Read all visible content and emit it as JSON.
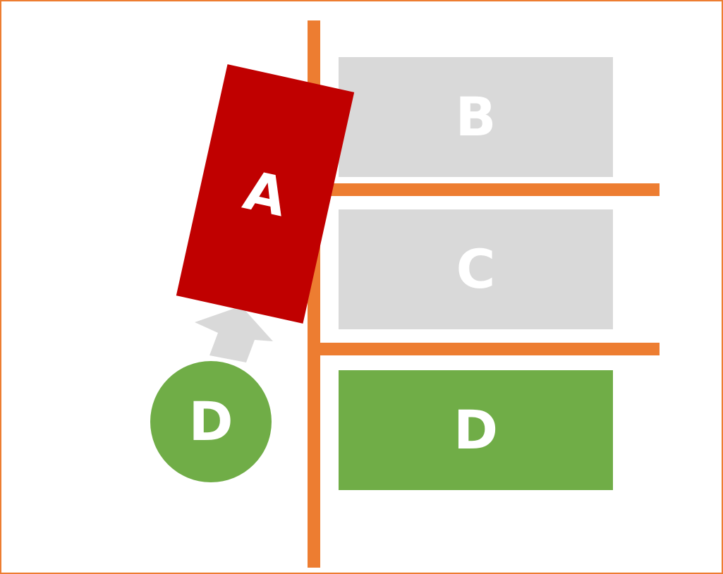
{
  "colors": {
    "frame": "#ED7D31",
    "lines": "#ED7D31",
    "slot_gray": "#D9D9D9",
    "slot_green": "#70AD47",
    "block_red": "#C00000",
    "arrow_gray": "#D9D9D9",
    "text": "#FFFFFF"
  },
  "slots": [
    {
      "label": "B",
      "color": "#D9D9D9"
    },
    {
      "label": "C",
      "color": "#D9D9D9"
    },
    {
      "label": "D",
      "color": "#70AD47"
    }
  ],
  "moving_block": {
    "label": "A",
    "color": "#C00000"
  },
  "incoming": {
    "label": "D",
    "color": "#70AD47"
  }
}
